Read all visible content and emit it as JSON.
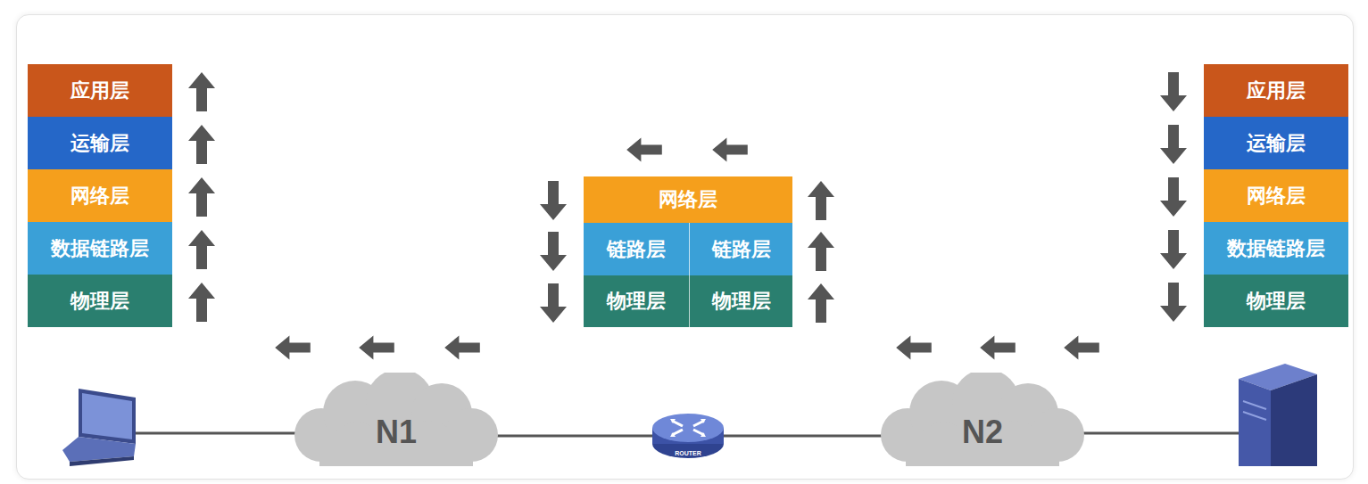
{
  "diagram": {
    "nodes": [
      {
        "text": [
          "应用层"
        ]
      },
      {
        "text": [
          "运输层"
        ]
      },
      {
        "text": [
          "网络层"
        ]
      },
      {
        "text": [
          "数据链路层"
        ]
      },
      {
        "text": [
          "物理层"
        ]
      },
      {
        "text": [
          "网络层"
        ]
      },
      {
        "text": [
          "链路层"
        ]
      },
      {
        "text": [
          "链路层"
        ]
      },
      {
        "text": [
          "物理层"
        ]
      },
      {
        "text": [
          "物理层"
        ]
      },
      {
        "text": [
          "应用层"
        ]
      },
      {
        "text": [
          "运输层"
        ]
      },
      {
        "text": [
          "网络层"
        ]
      },
      {
        "text": [
          "数据链路层"
        ]
      },
      {
        "text": [
          "物理层"
        ]
      },
      {
        "text": [
          "N1"
        ]
      },
      {
        "text": [
          "ROUTER"
        ]
      },
      {
        "text": [
          "N2"
        ]
      }
    ],
    "edges": [
      {
        "from": 15,
        "to": 16,
        "arrow": "none"
      },
      {
        "from": 16,
        "to": 17,
        "arrow": "none"
      }
    ]
  }
}
